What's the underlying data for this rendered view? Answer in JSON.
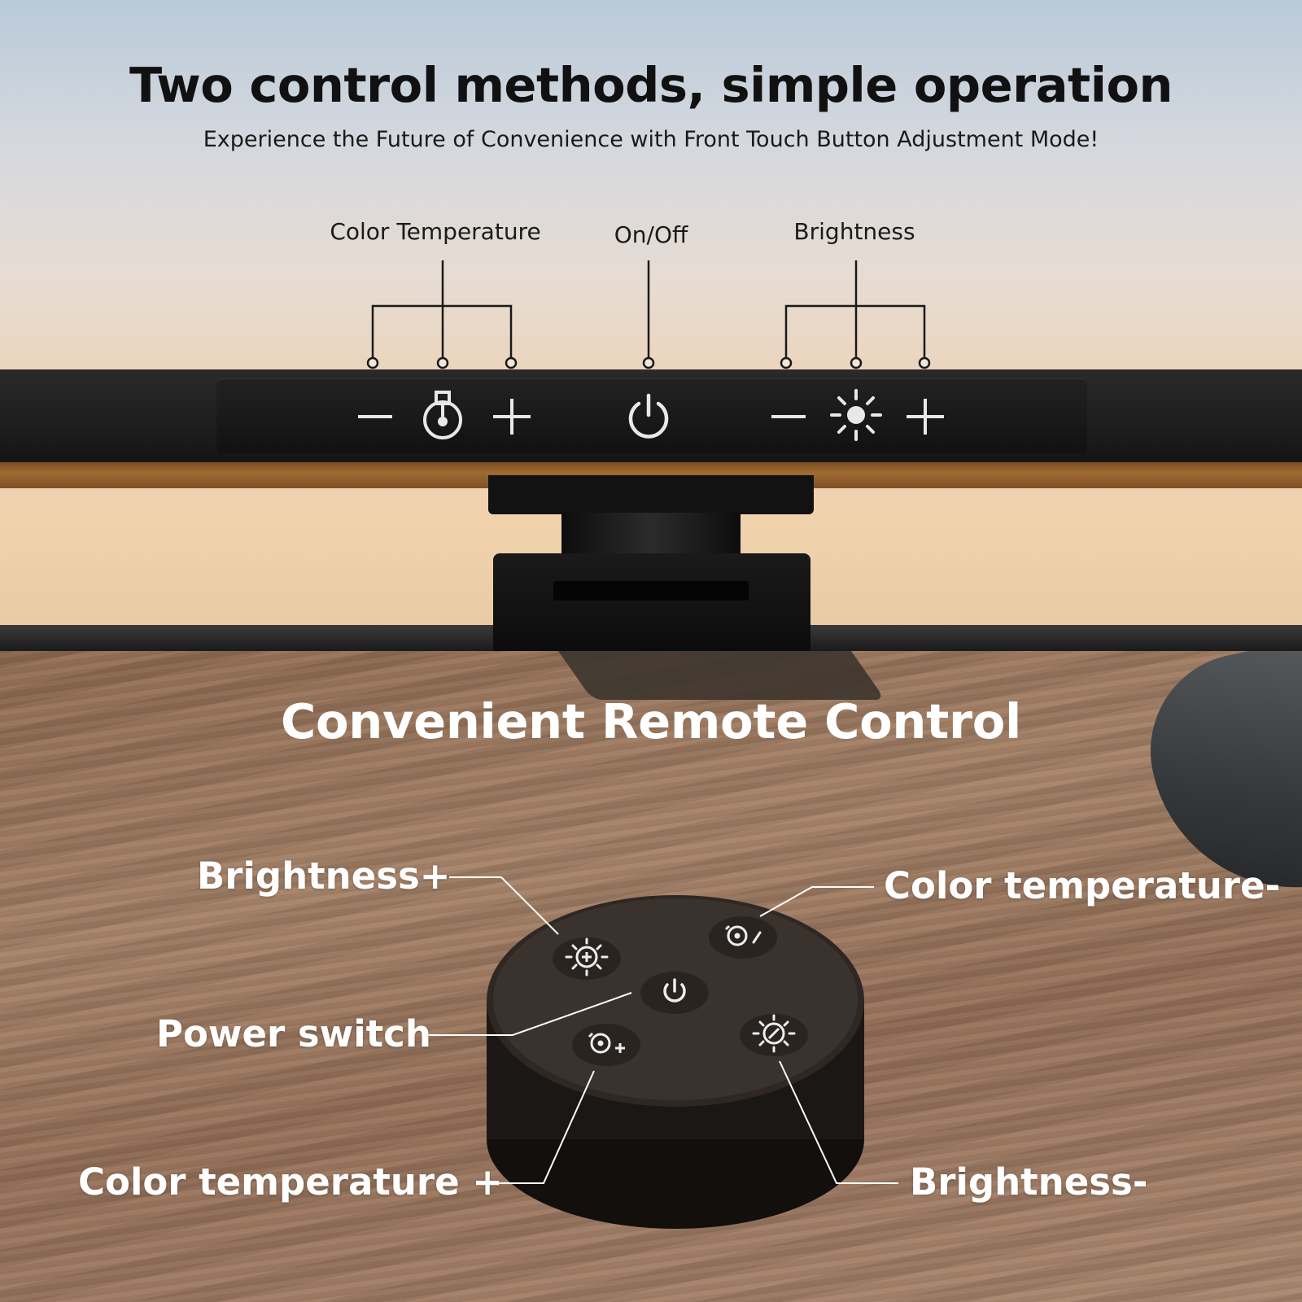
{
  "header": {
    "title": "Two control methods, simple operation",
    "subtitle": "Experience the Future of Convenience with Front Touch Button Adjustment Mode!"
  },
  "touch_panel": {
    "callouts": {
      "color_temperature": "Color Temperature",
      "on_off": "On/Off",
      "brightness": "Brightness"
    },
    "buttons": [
      "color-temp-minus",
      "color-temp",
      "color-temp-plus",
      "power",
      "brightness-minus",
      "brightness",
      "brightness-plus"
    ]
  },
  "remote": {
    "title": "Convenient Remote Control",
    "labels": {
      "brightness_plus": "Brightness+",
      "color_temp_minus": "Color temperature-",
      "power_switch": "Power switch",
      "color_temp_plus": "Color temperature +",
      "brightness_minus": "Brightness-"
    }
  },
  "colors": {
    "panel": "#151515",
    "icon": "#e8e8e8",
    "remote_body": "#2b2420",
    "remote_label": "#ffffff"
  }
}
